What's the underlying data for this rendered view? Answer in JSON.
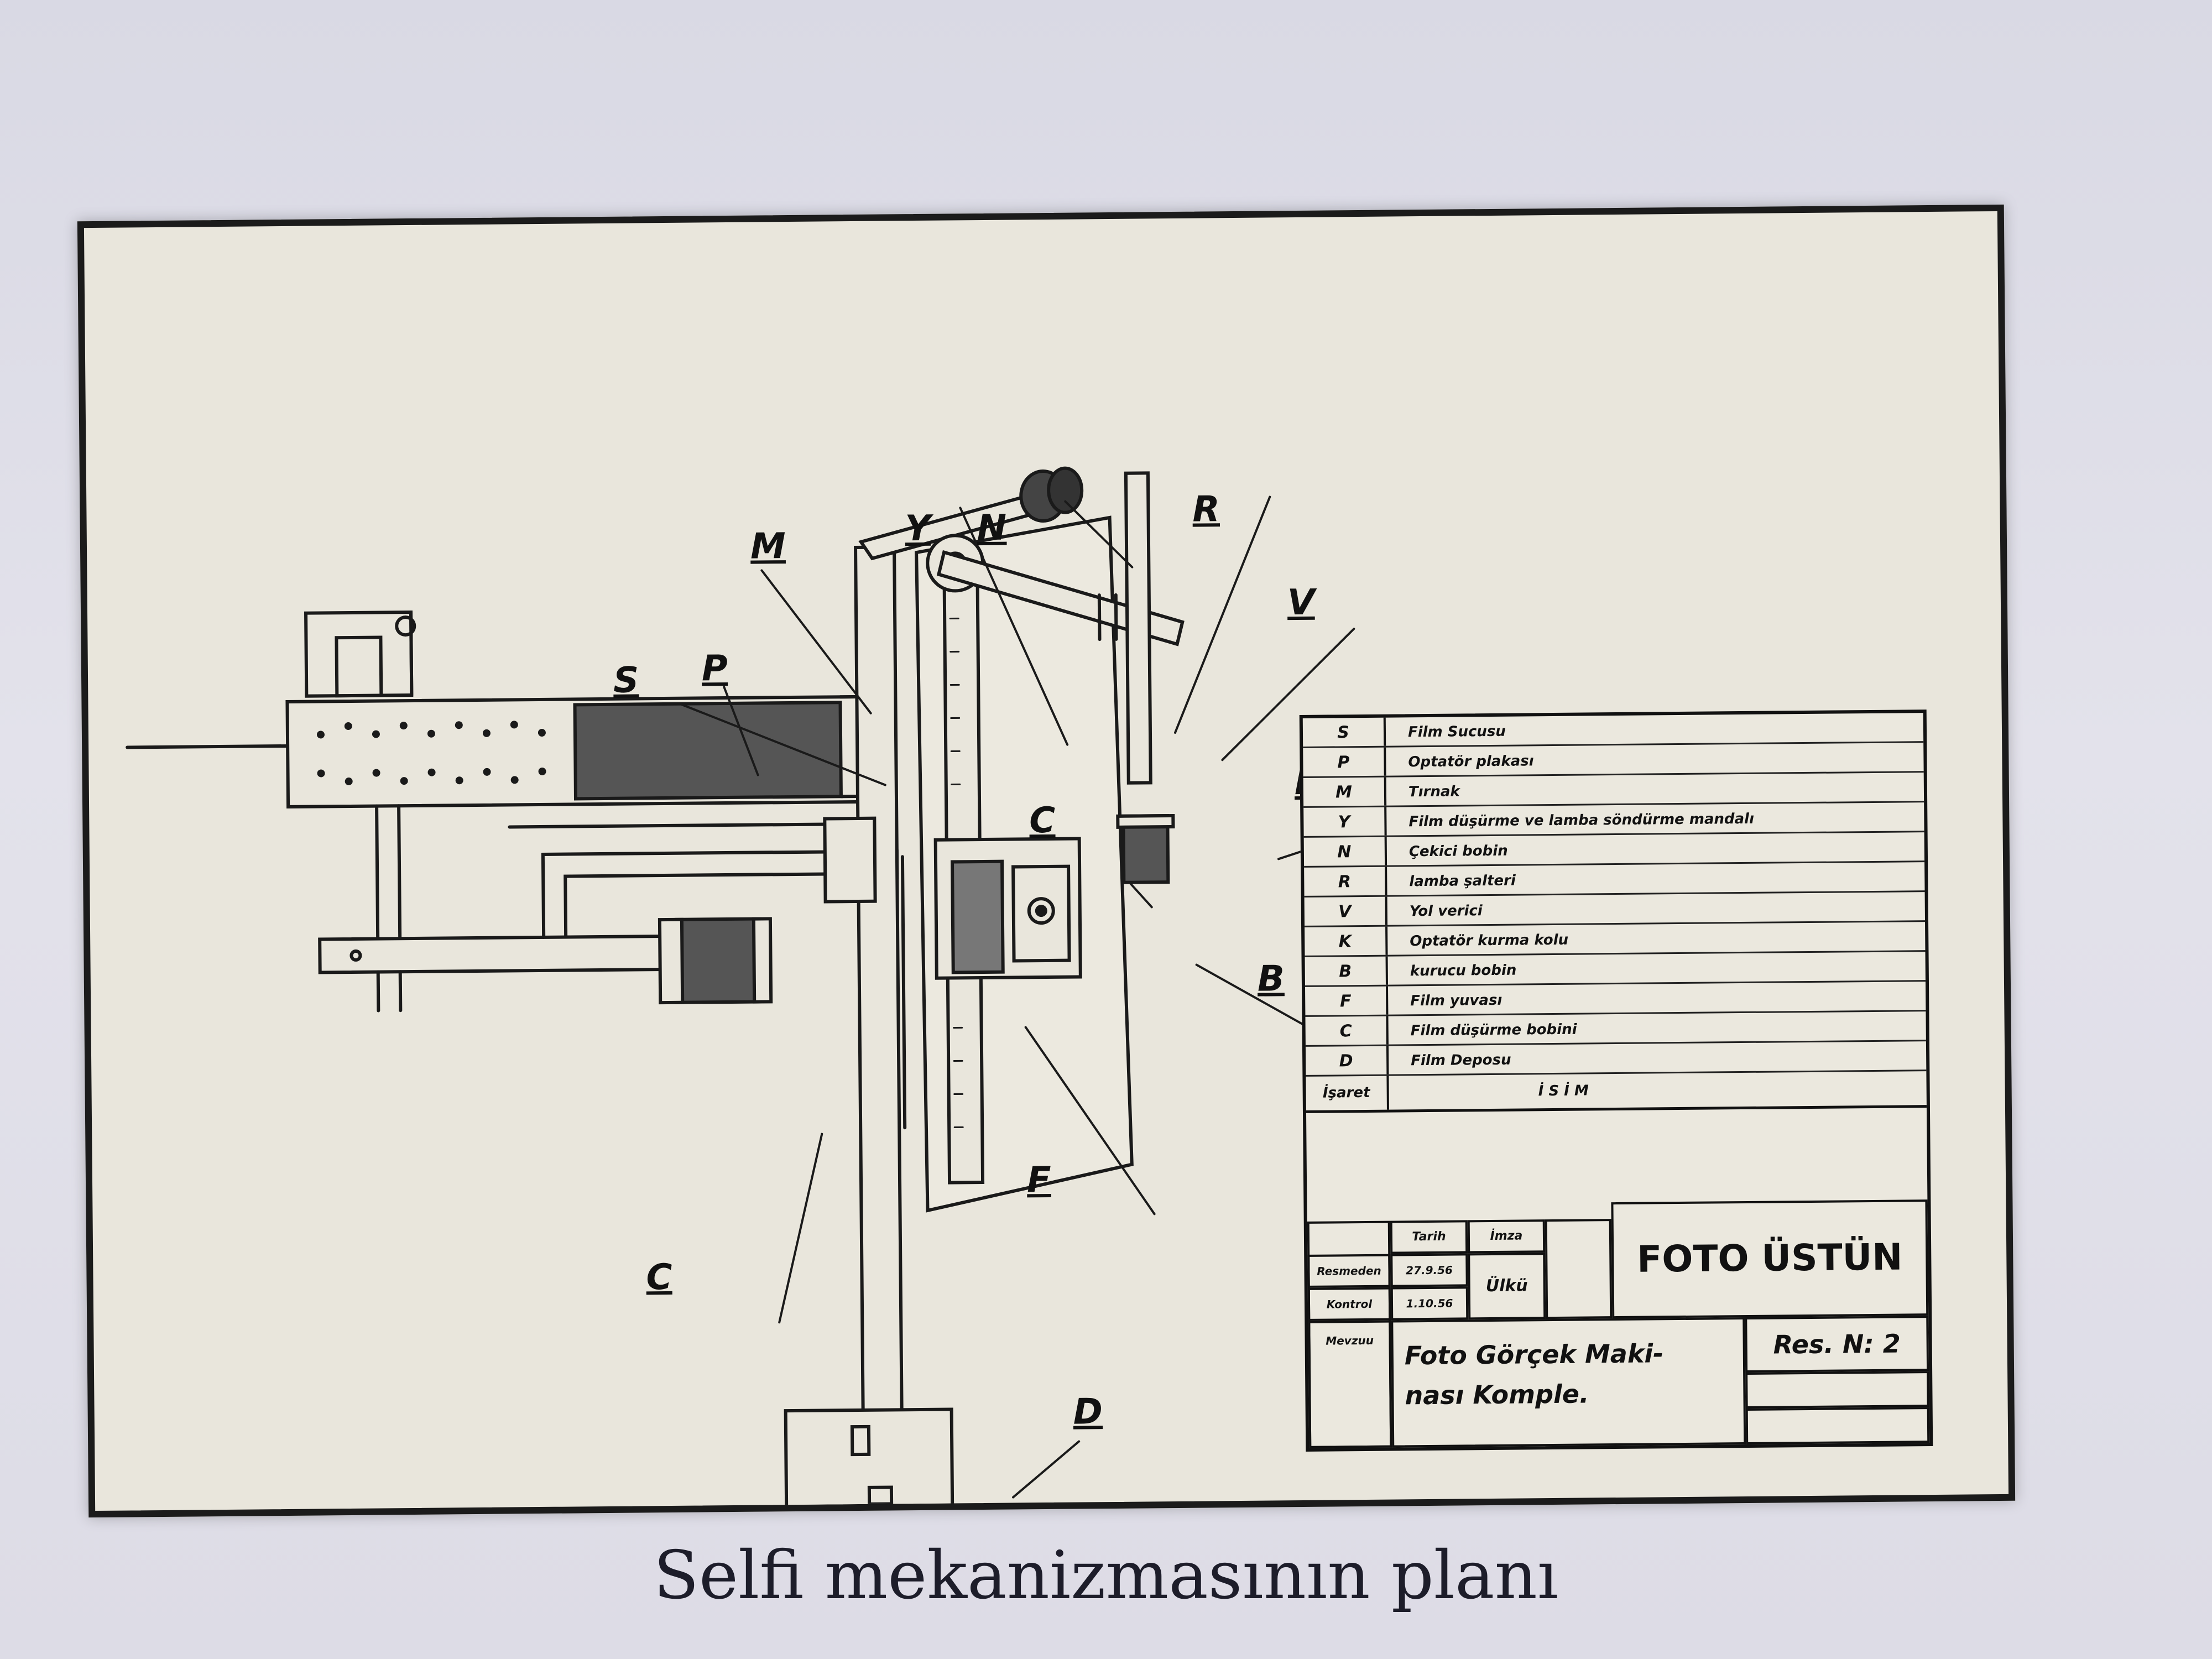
{
  "labels": {
    "M": "M",
    "Y": "Y",
    "N": "N",
    "R": "R",
    "V": "V",
    "S": "S",
    "P": "P",
    "C_top": "C",
    "K": "K",
    "B": "B",
    "F": "F",
    "C": "C",
    "D": "D"
  },
  "legend": {
    "rows": [
      {
        "code": "S",
        "desc": "Film Sucusu"
      },
      {
        "code": "P",
        "desc": "Optatör plakası"
      },
      {
        "code": "M",
        "desc": "Tırnak"
      },
      {
        "code": "Y",
        "desc": "Film düşürme ve lamba söndürme mandalı"
      },
      {
        "code": "N",
        "desc": "Çekici bobin"
      },
      {
        "code": "R",
        "desc": "lamba şalteri"
      },
      {
        "code": "V",
        "desc": "Yol verici"
      },
      {
        "code": "K",
        "desc": "Optatör kurma kolu"
      },
      {
        "code": "B",
        "desc": "kurucu bobin"
      },
      {
        "code": "F",
        "desc": "Film yuvası"
      },
      {
        "code": "C",
        "desc": "Film düşürme bobini"
      },
      {
        "code": "D",
        "desc": "Film Deposu"
      }
    ],
    "header_code": "İşaret",
    "header_desc": "İ S İ M"
  },
  "title_block": {
    "col_date": "Tarih",
    "col_sign": "İmza",
    "row_drawn": "Resmeden",
    "row_checked": "Kontrol",
    "date_drawn": "27.9.56",
    "date_checked": "1.10.56",
    "signature": "Ülkü",
    "subject_label": "Mevzuu",
    "subject": "Foto Görçek Maki-\nnası Komple.",
    "company": "FOTO ÜSTÜN",
    "drawing_no": "Res. N: 2"
  },
  "caption": "Selfi mekanizmasının planı"
}
